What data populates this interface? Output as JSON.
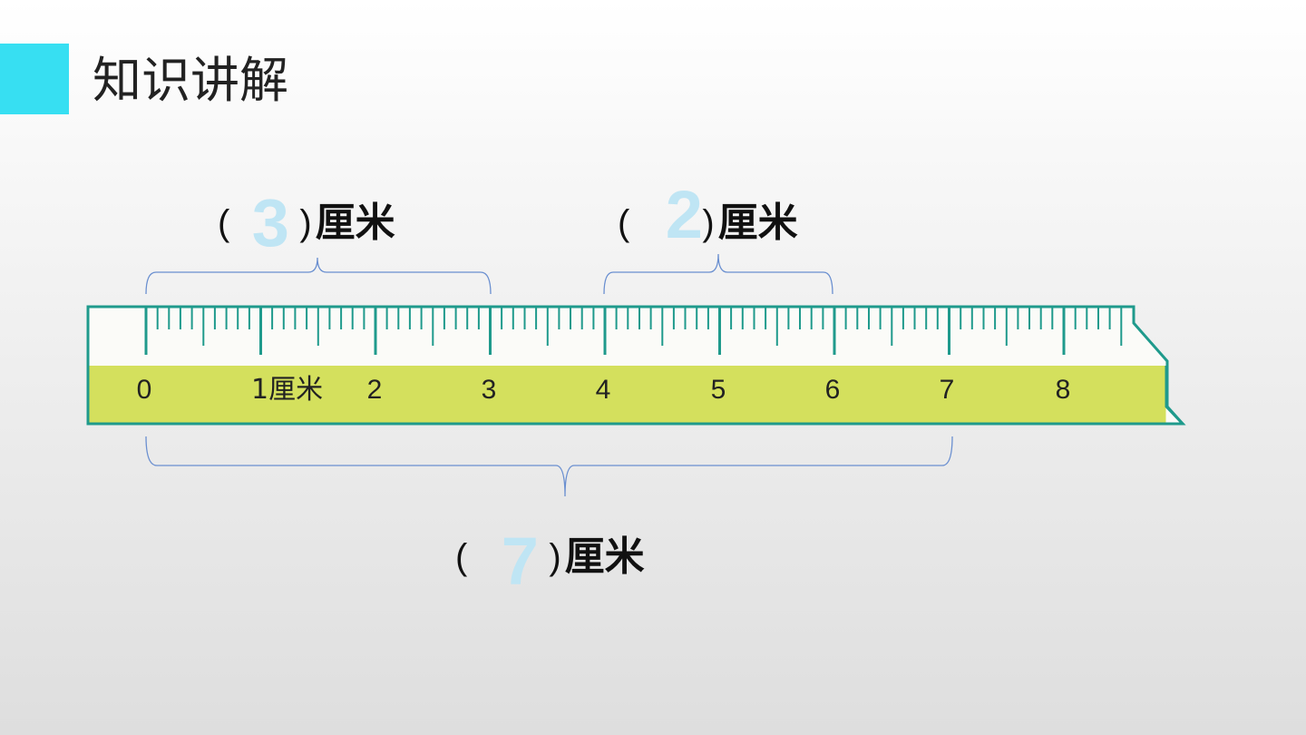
{
  "header": {
    "title": "知识讲解"
  },
  "answers": [
    {
      "open": "(",
      "value": "3",
      "close": ")",
      "unit": "厘米"
    },
    {
      "open": "(",
      "value": "2",
      "close": ")",
      "unit": "厘米"
    },
    {
      "open": "(",
      "value": "7",
      "close": ")",
      "unit": "厘米"
    }
  ],
  "ruler": {
    "labels": [
      "0",
      "1厘米",
      "2",
      "3",
      "4",
      "5",
      "6",
      "7",
      "8"
    ]
  },
  "colors": {
    "accent": "#37dff2",
    "ruler_border": "#1f9a8c",
    "ruler_band": "#d4e05d",
    "answer_text": "#bfe5f4",
    "brace": "#6a8fd0"
  }
}
